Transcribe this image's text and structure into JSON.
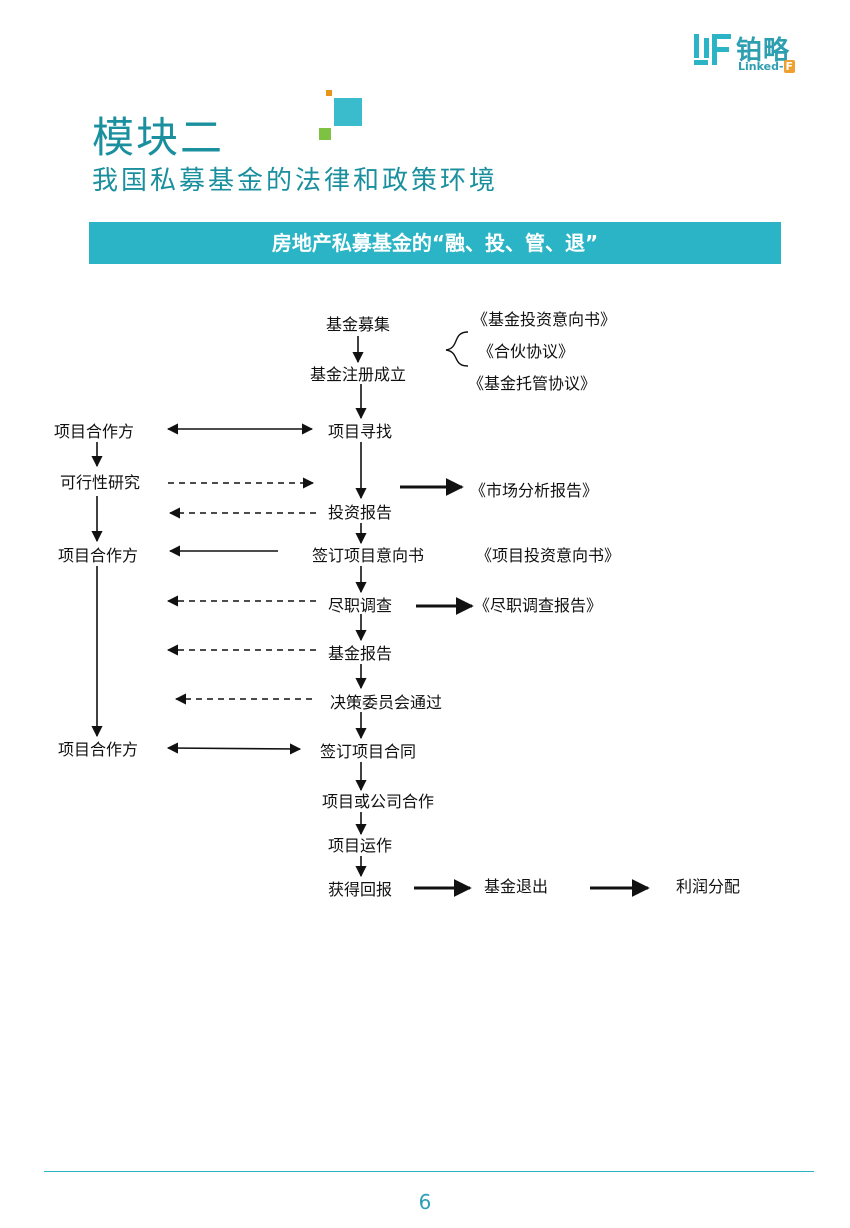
{
  "brand": {
    "name_cn": "铂略",
    "name_en_text": "Linked-",
    "name_en_tag": "F",
    "accent_color": "#2bb4c6"
  },
  "header": {
    "module_title": "模块二",
    "module_subtitle": "我国私募基金的法律和政策环境"
  },
  "banner": {
    "title": "房地产私募基金的“融、投、管、退”"
  },
  "flow": {
    "fund_raise": "基金募集",
    "doc_prospectus": "《基金投资意向书》",
    "doc_partnership": "《合伙协议》",
    "doc_custody": "《基金托管协议》",
    "fund_register": "基金注册成立",
    "partner_1": "项目合作方",
    "project_search": "项目寻找",
    "feasibility": "可行性研究",
    "market_report": "《市场分析报告》",
    "investment_report": "投资报告",
    "partner_2": "项目合作方",
    "sign_intent": "签订项目意向书",
    "doc_project_intent": "《项目投资意向书》",
    "due_diligence": "尽职调查",
    "dd_report": "《尽职调查报告》",
    "fund_report": "基金报告",
    "committee": "决策委员会通过",
    "partner_3": "项目合作方",
    "sign_contract": "签订项目合同",
    "cooperation": "项目或公司合作",
    "operation": "项目运作",
    "returns": "获得回报",
    "fund_exit": "基金退出",
    "profit_dist": "利润分配"
  },
  "footer": {
    "page_number": "6"
  }
}
